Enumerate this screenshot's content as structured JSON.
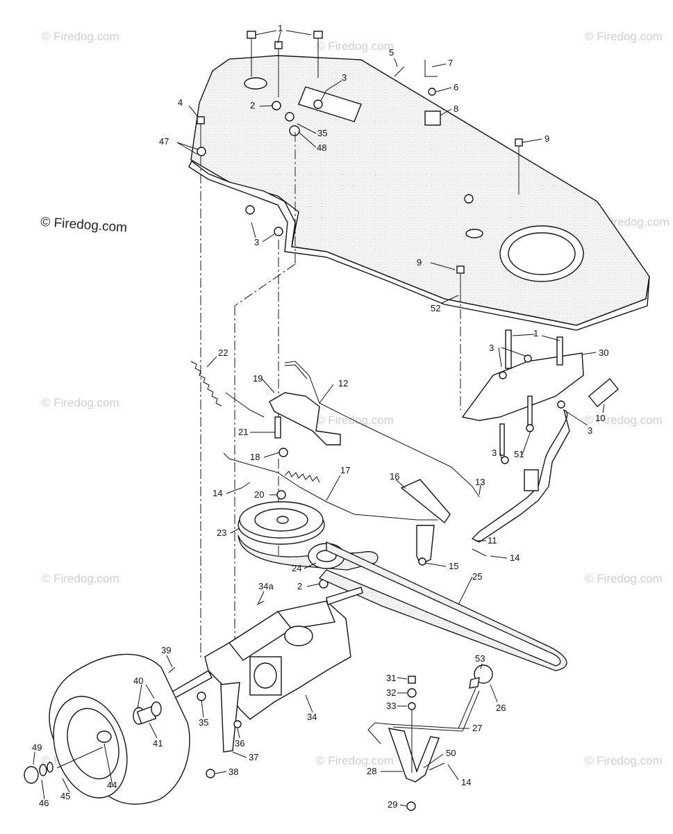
{
  "watermark": {
    "text": "© Firedog.com"
  },
  "callouts": [
    "1",
    "2",
    "3",
    "4",
    "5",
    "6",
    "7",
    "8",
    "9",
    "10",
    "11",
    "12",
    "13",
    "14",
    "15",
    "16",
    "17",
    "18",
    "19",
    "20",
    "21",
    "22",
    "23",
    "24",
    "25",
    "26",
    "27",
    "28",
    "29",
    "30",
    "31",
    "32",
    "33",
    "34",
    "34a",
    "35",
    "36",
    "37",
    "38",
    "39",
    "40",
    "41",
    "44",
    "45",
    "46",
    "47",
    "48",
    "49",
    "50",
    "51",
    "52",
    "53"
  ],
  "labels": {
    "l1a": "1",
    "l3a": "3",
    "l4": "4",
    "l2a": "2",
    "l47": "47",
    "l35a": "35",
    "l48": "48",
    "l5": "5",
    "l7": "7",
    "l6": "6",
    "l8": "8",
    "l9a": "9",
    "l3b": "3",
    "l9b": "9",
    "l52": "52",
    "l1b": "1",
    "l30": "30",
    "l3c": "3",
    "l10": "10",
    "l3d": "3",
    "l3e": "3",
    "l51": "51",
    "l22": "22",
    "l19": "19",
    "l12": "12",
    "l21": "21",
    "l18": "18",
    "l16": "16",
    "l13": "13",
    "l14a": "14",
    "l17": "17",
    "l20": "20",
    "l23": "23",
    "l11": "11",
    "l14b": "14",
    "l24": "24",
    "l15": "15",
    "l25": "25",
    "l2b": "2",
    "l34a": "34a",
    "l39": "39",
    "l40": "40",
    "l41": "41",
    "l35b": "35",
    "l36": "36",
    "l34": "34",
    "l37": "37",
    "l38": "38",
    "l44": "44",
    "l45": "45",
    "l46": "46",
    "l49": "49",
    "l53": "53",
    "l31": "31",
    "l32": "32",
    "l33": "33",
    "l26": "26",
    "l27": "27",
    "l50": "50",
    "l28": "28",
    "l29": "29",
    "l14c": "14"
  }
}
